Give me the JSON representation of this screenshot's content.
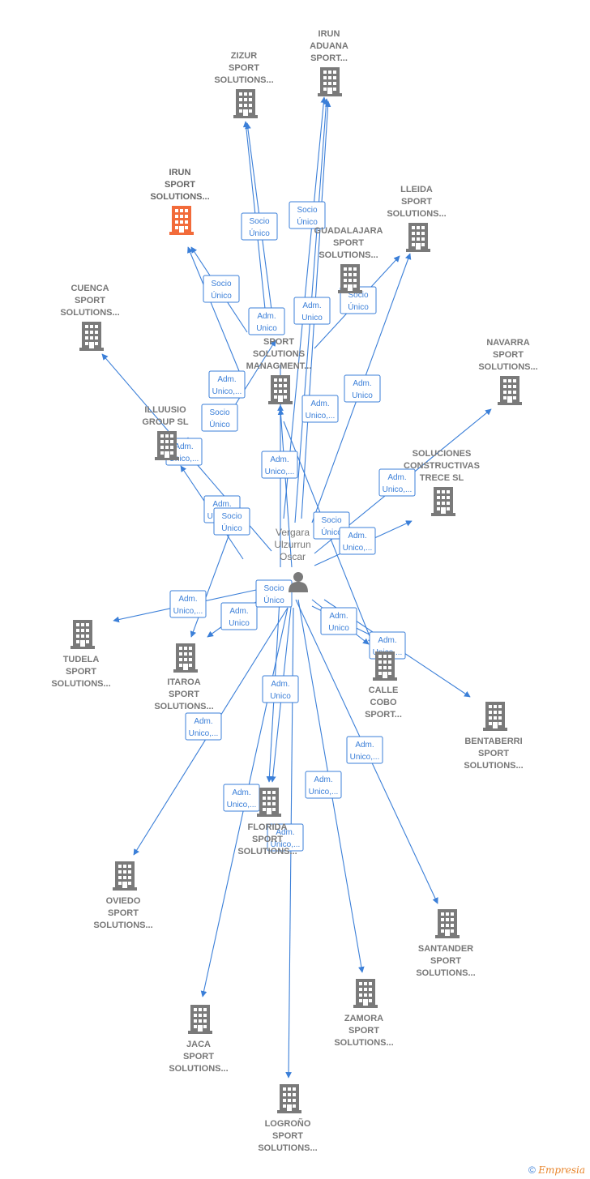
{
  "colors": {
    "edge": "#3b7fd8",
    "building": "#7a7a7a",
    "highlight": "#f26b3a",
    "text": "#777777"
  },
  "center": {
    "name": "person-node",
    "lines": [
      "Vergara",
      "Ulzurrun",
      "Oscar"
    ],
    "icon": "person-icon"
  },
  "nodes": [
    {
      "id": "zizur",
      "lines": [
        "ZIZUR",
        "SPORT",
        "SOLUTIONS..."
      ]
    },
    {
      "id": "irun-aduana",
      "lines": [
        "IRUN",
        "ADUANA",
        "SPORT..."
      ]
    },
    {
      "id": "irun",
      "lines": [
        "IRUN",
        "SPORT",
        "SOLUTIONS..."
      ],
      "highlight": true
    },
    {
      "id": "lleida",
      "lines": [
        "LLEIDA",
        "SPORT",
        "SOLUTIONS..."
      ]
    },
    {
      "id": "guadalajara",
      "lines": [
        "GUADALAJARA",
        "SPORT",
        "SOLUTIONS..."
      ]
    },
    {
      "id": "cuenca",
      "lines": [
        "CUENCA",
        "SPORT",
        "SOLUTIONS..."
      ]
    },
    {
      "id": "navarra",
      "lines": [
        "NAVARRA",
        "SPORT",
        "SOLUTIONS..."
      ]
    },
    {
      "id": "managment",
      "lines": [
        "SPORT",
        "SOLUTIONS",
        "MANAGMENT..."
      ]
    },
    {
      "id": "illuusio",
      "lines": [
        "ILLUUSIO",
        "GROUP  SL"
      ]
    },
    {
      "id": "soluciones",
      "lines": [
        "SOLUCIONES",
        "CONSTRUCTIVAS",
        "TRECE  SL"
      ]
    },
    {
      "id": "tudela",
      "lines": [
        "TUDELA",
        "SPORT",
        "SOLUTIONS..."
      ]
    },
    {
      "id": "itaroa",
      "lines": [
        "ITAROA",
        "SPORT",
        "SOLUTIONS..."
      ]
    },
    {
      "id": "calle-cobo",
      "lines": [
        "CALLE",
        "COBO",
        "SPORT..."
      ]
    },
    {
      "id": "bentaberri",
      "lines": [
        "BENTABERRI",
        "SPORT",
        "SOLUTIONS..."
      ]
    },
    {
      "id": "florida",
      "lines": [
        "FLORIDA",
        "SPORT",
        "SOLUTIONS..."
      ]
    },
    {
      "id": "oviedo",
      "lines": [
        "OVIEDO",
        "SPORT",
        "SOLUTIONS..."
      ]
    },
    {
      "id": "santander",
      "lines": [
        "SANTANDER",
        "SPORT",
        "SOLUTIONS..."
      ]
    },
    {
      "id": "zamora",
      "lines": [
        "ZAMORA",
        "SPORT",
        "SOLUTIONS..."
      ]
    },
    {
      "id": "jaca",
      "lines": [
        "JACA",
        "SPORT",
        "SOLUTIONS..."
      ]
    },
    {
      "id": "logrono",
      "lines": [
        "LOGROÑO",
        "SPORT",
        "SOLUTIONS..."
      ]
    }
  ],
  "edge_labels": [
    [
      "Socio",
      "Único"
    ],
    [
      "Socio",
      "Único"
    ],
    [
      "Socio",
      "Único"
    ],
    [
      "Adm.",
      "Unico"
    ],
    [
      "Adm.",
      "Unico"
    ],
    [
      "Socio",
      "Único"
    ],
    [
      "Adm.",
      "Unico,..."
    ],
    [
      "Adm.",
      "Unico"
    ],
    [
      "Adm.",
      "Unico,..."
    ],
    [
      "Socio",
      "Único"
    ],
    [
      "Adm.",
      "Unico,..."
    ],
    [
      "Adm.",
      "Unico,..."
    ],
    [
      "Adm.",
      "Unico,..."
    ],
    [
      "Adm.",
      "Unico,..."
    ],
    [
      "Socio",
      "Único"
    ],
    [
      "Socio",
      "Único"
    ],
    [
      "Adm.",
      "Unico,..."
    ],
    [
      "Adm.",
      "Unico,..."
    ],
    [
      "Adm.",
      "Unico"
    ],
    [
      "Socio",
      "Único"
    ],
    [
      "Adm.",
      "Unico"
    ],
    [
      "Adm.",
      "Unico,..."
    ],
    [
      "Adm.",
      "Unico"
    ],
    [
      "Adm.",
      "Unico,..."
    ],
    [
      "Adm.",
      "Unico,..."
    ],
    [
      "Adm.",
      "Unico,..."
    ],
    [
      "Adm.",
      "Unico,..."
    ],
    [
      "Adm.",
      "Unico,..."
    ]
  ],
  "footer": {
    "copyright": "©",
    "brand": "Empresia"
  }
}
